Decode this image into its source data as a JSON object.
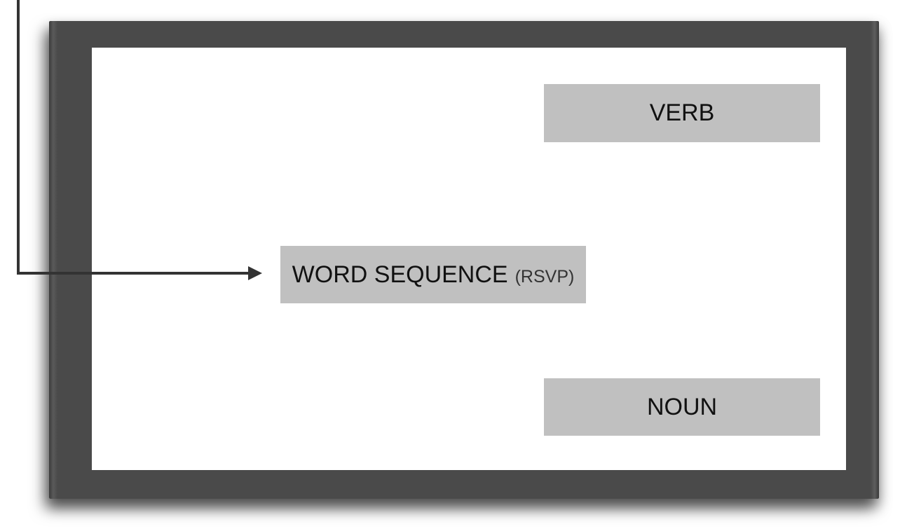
{
  "boxes": {
    "verb": "VERB",
    "noun": "NOUN",
    "word_sequence": "WORD SEQUENCE",
    "word_sequence_note": "(RSVP)"
  },
  "colors": {
    "frame": "#4a4a4a",
    "box_fill": "#c0c0c0",
    "arrow": "#333333"
  }
}
